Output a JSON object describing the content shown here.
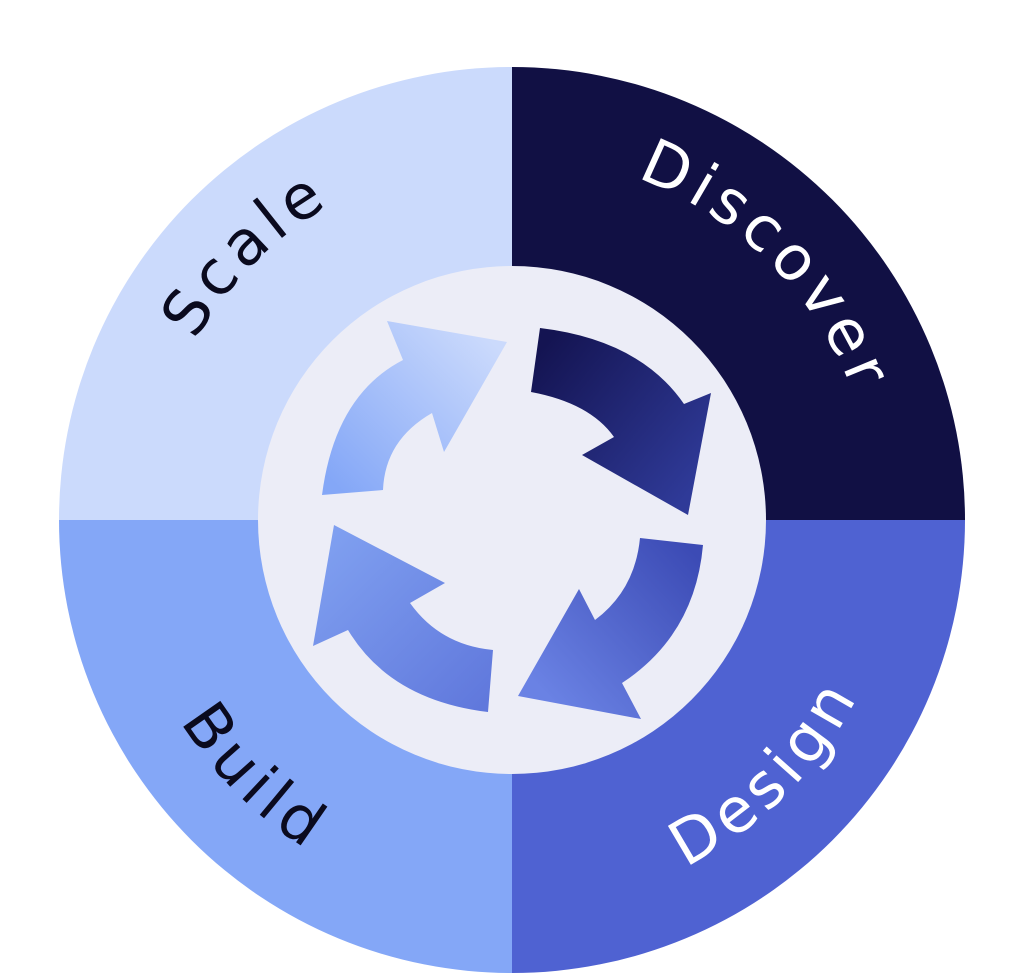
{
  "diagram": {
    "stages": [
      {
        "key": "discover",
        "label": "Discover",
        "color": "#111044",
        "text_color": "#ffffff"
      },
      {
        "key": "design",
        "label": "Design",
        "color": "#4f62d2",
        "text_color": "#ffffff"
      },
      {
        "key": "build",
        "label": "Build",
        "color": "#84a7f7",
        "text_color": "#0a0a1e"
      },
      {
        "key": "scale",
        "label": "Scale",
        "color": "#cbdafc",
        "text_color": "#0a0a1e"
      }
    ],
    "hub": {
      "color": "#ecedf7",
      "icon": "cycle-arrows-icon"
    }
  }
}
